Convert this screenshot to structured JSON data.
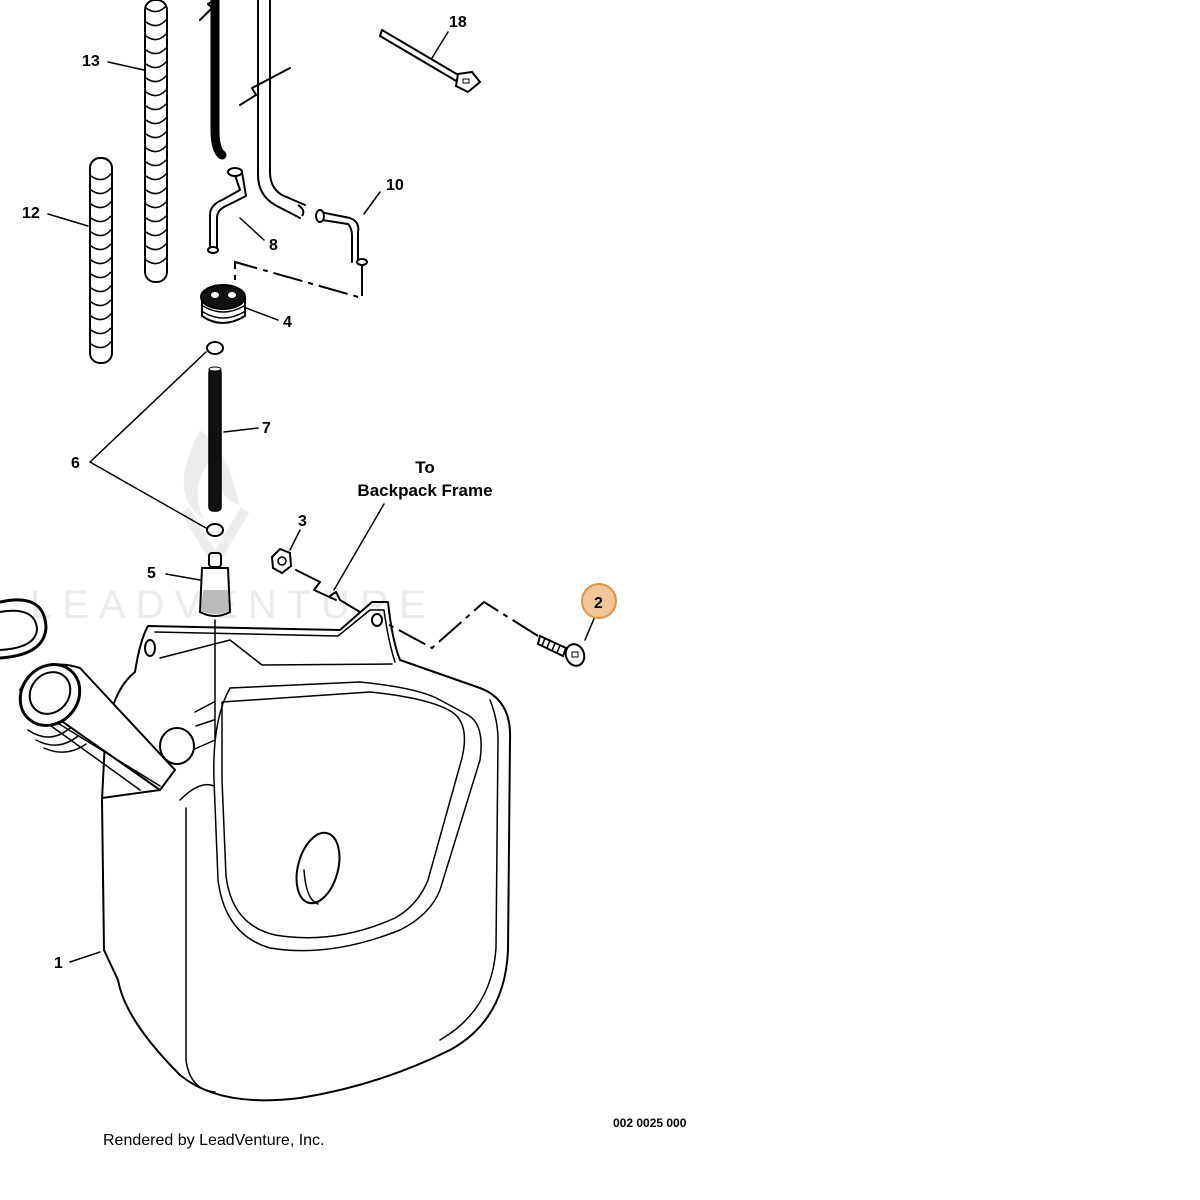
{
  "watermark": "LEADVENTURE",
  "callouts": [
    {
      "id": "1",
      "label": "1"
    },
    {
      "id": "2",
      "label": "2",
      "highlighted": true
    },
    {
      "id": "3",
      "label": "3"
    },
    {
      "id": "4",
      "label": "4"
    },
    {
      "id": "5",
      "label": "5"
    },
    {
      "id": "6",
      "label": "6"
    },
    {
      "id": "7",
      "label": "7"
    },
    {
      "id": "8",
      "label": "8"
    },
    {
      "id": "10",
      "label": "10"
    },
    {
      "id": "12",
      "label": "12"
    },
    {
      "id": "13",
      "label": "13"
    },
    {
      "id": "18",
      "label": "18"
    }
  ],
  "note": {
    "line1": "To",
    "line2": "Backpack Frame"
  },
  "diagram_code": "002 0025 000",
  "credit": "Rendered by LeadVenture, Inc.",
  "colors": {
    "highlight_fill": "#f2c89a",
    "highlight_stroke": "#e0923f",
    "line": "#000000"
  }
}
